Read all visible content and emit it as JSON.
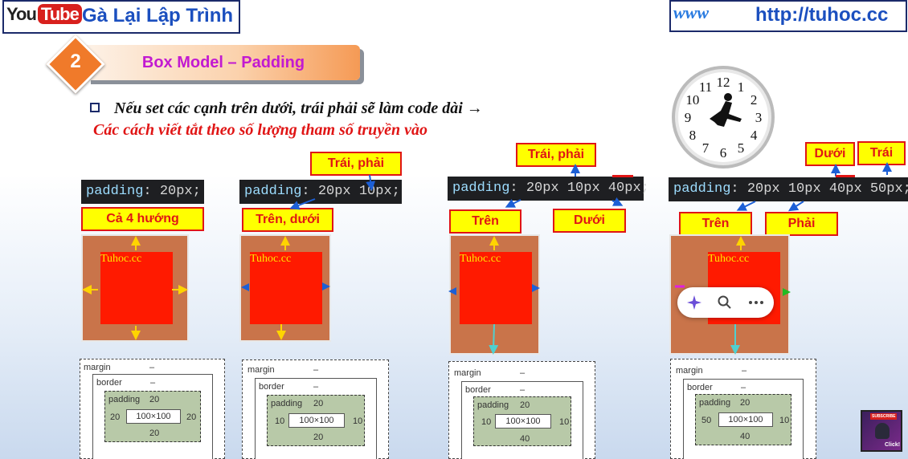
{
  "header": {
    "yt_you": "You",
    "yt_tube": "Tube",
    "channel_name": "Gà Lại Lập Trình",
    "www": "www",
    "site_url": "http://tuhoc.cc"
  },
  "slide": {
    "number": "2",
    "title": "Box Model – Padding",
    "line1": "Nếu set các cạnh trên dưới, trái phải sẽ làm code dài →",
    "line2": "Các cách viết tắt theo số lượng tham số truyền vào"
  },
  "examples": [
    {
      "code_prop": "padding",
      "code_value": ": 20px;",
      "labels": [
        "Cả 4 hướng"
      ],
      "brand": "Tuhoc.cc",
      "diagram": {
        "margin": "margin",
        "border": "border",
        "padding": "padding",
        "top": "20",
        "right": "20",
        "bottom": "20",
        "left": "20",
        "content": "100×100",
        "dash": "–"
      }
    },
    {
      "code_prop": "padding",
      "code_value": ": 20px 10px;",
      "labels": [
        "Trái, phải",
        "Trên, dưới"
      ],
      "brand": "Tuhoc.cc",
      "diagram": {
        "margin": "margin",
        "border": "border",
        "padding": "padding",
        "top": "20",
        "right": "10",
        "bottom": "20",
        "left": "10",
        "content": "100×100",
        "dash": "–"
      }
    },
    {
      "code_prop": "padding",
      "code_value": ": 20px 10px 40px;",
      "labels": [
        "Trái, phải",
        "Trên",
        "Dưới"
      ],
      "brand": "Tuhoc.cc",
      "diagram": {
        "margin": "margin",
        "border": "border",
        "padding": "padding",
        "top": "20",
        "right": "10",
        "bottom": "40",
        "left": "10",
        "content": "100×100",
        "dash": "–"
      }
    },
    {
      "code_prop": "padding",
      "code_value": ": 20px 10px 40px 50px;",
      "labels": [
        "Dưới",
        "Trái",
        "Trên",
        "Phải"
      ],
      "brand": "Tuhoc.cc",
      "diagram": {
        "margin": "margin",
        "border": "border",
        "padding": "padding",
        "top": "20",
        "right": "10",
        "bottom": "40",
        "left": "50",
        "content": "100×100",
        "dash": "–"
      }
    }
  ],
  "clock": {
    "numbers": [
      "12",
      "1",
      "2",
      "3",
      "4",
      "5",
      "6",
      "7",
      "8",
      "9",
      "10",
      "11"
    ]
  },
  "toolbar": {
    "icons": [
      "sparkle-icon",
      "search-icon",
      "more-icon"
    ]
  },
  "avatar": {
    "badge": "SUBSCRIBE",
    "caption": "Click!"
  },
  "colors": {
    "label_bg": "#ffff00",
    "label_text": "#e01515",
    "demo_bg": "#c9744a",
    "content_red": "#ff1a00",
    "code_bg": "#1e1f22",
    "title_text": "#c21ad1"
  }
}
